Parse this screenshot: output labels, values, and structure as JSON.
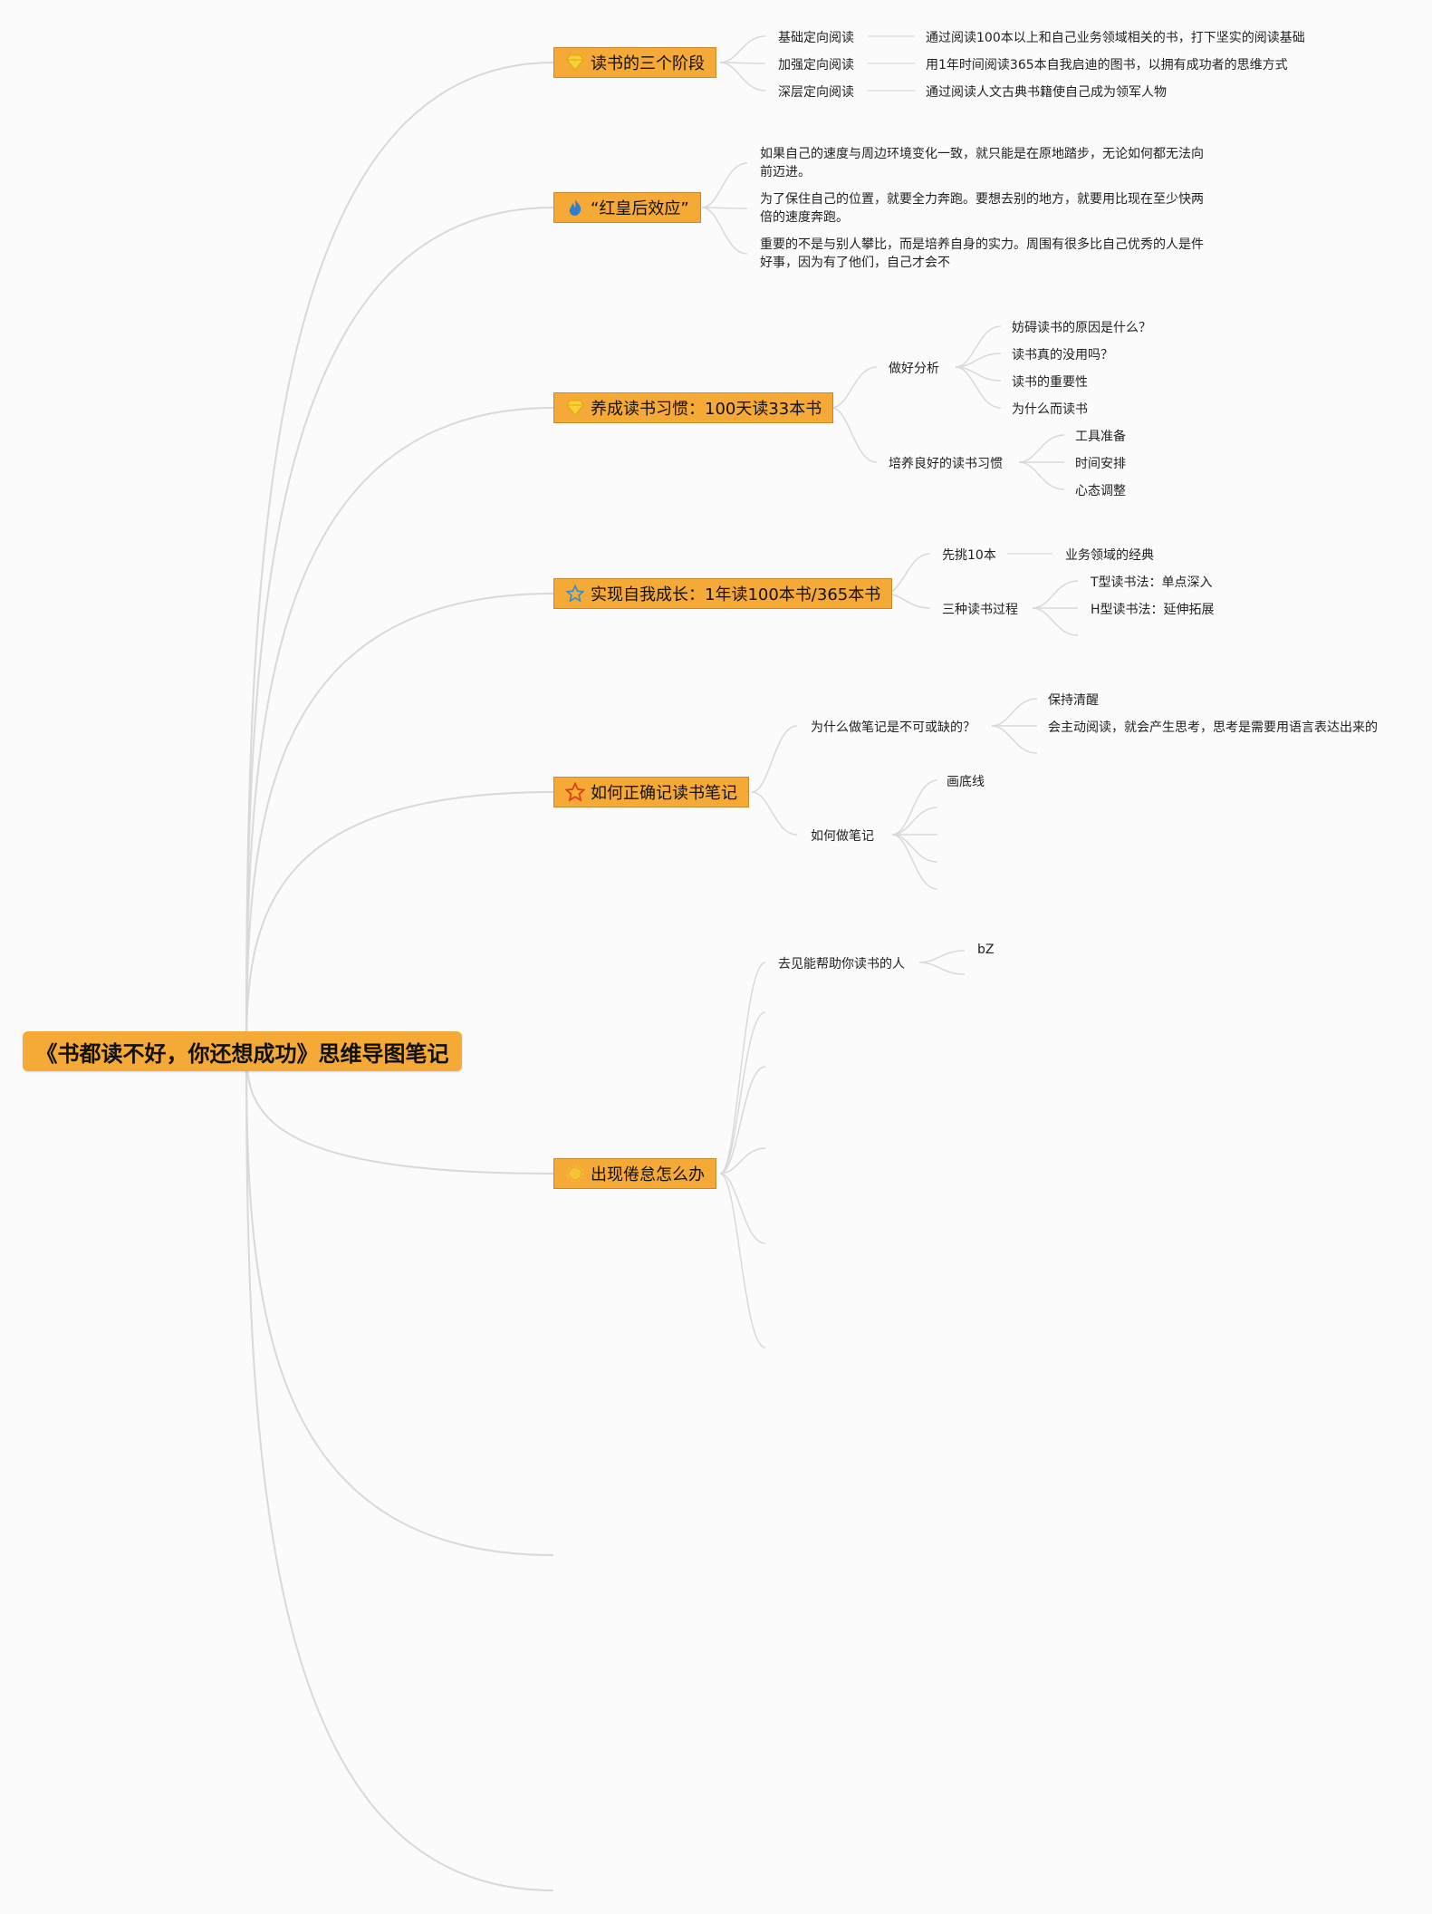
{
  "title": "《书都读不好，你还想成功》思维导图笔记",
  "colors": {
    "topic_fill": "#f5a937",
    "line": "#d9d9d9",
    "background": "#fbfbfb"
  },
  "topics": [
    {
      "label": "读书的三个阶段",
      "icon": "diamond-icon",
      "items": [
        {
          "label": "基础定向阅读",
          "detail": "通过阅读100本以上和自己业务领域相关的书，打下坚实的阅读基础"
        },
        {
          "label": "加强定向阅读",
          "detail": "用1年时间阅读365本自我启迪的图书，以拥有成功者的思维方式"
        },
        {
          "label": "深层定向阅读",
          "detail": "通过阅读人文古典书籍使自己成为领军人物"
        }
      ]
    },
    {
      "label": "“红皇后效应”",
      "icon": "flame-icon",
      "paragraphs": [
        "如果自己的速度与周边环境变化一致，就只能是在原地踏步，无论如何都无法向前迈进。",
        "为了保住自己的位置，就要全力奔跑。要想去别的地方，就要用比现在至少快两倍的速度奔跑。",
        "重要的不是与别人攀比，而是培养自身的实力。周围有很多比自己优秀的人是件好事，因为有了他们，自己才会不"
      ]
    },
    {
      "label": "养成读书习惯：100天读33本书",
      "icon": "diamond-icon",
      "groups": [
        {
          "label": "做好分析",
          "items": [
            "妨碍读书的原因是什么？",
            "读书真的没用吗？",
            "读书的重要性",
            "为什么而读书"
          ]
        },
        {
          "label": "培养良好的读书习惯",
          "items": [
            "工具准备",
            "时间安排",
            "心态调整"
          ]
        }
      ]
    },
    {
      "label": "实现自我成长：1年读100本书/365本书",
      "icon": "star-outline-icon",
      "groups": [
        {
          "label": "先挑10本",
          "items": [
            "业务领域的经典"
          ]
        },
        {
          "label": "三种读书过程",
          "items": [
            "T型读书法：单点深入",
            "H型读书法：延伸拓展"
          ]
        }
      ]
    },
    {
      "label": "如何正确记读书笔记",
      "icon": "star-red-icon",
      "groups": [
        {
          "label": "为什么做笔记是不可或缺的？",
          "items": [
            "保持清醒",
            "会主动阅读，就会产生思考，思考是需要用语言表达出来的"
          ]
        },
        {
          "label": "如何做笔记",
          "items": [
            "画底线"
          ]
        }
      ]
    },
    {
      "label": "出现倦怠怎么办",
      "icon": "sun-icon",
      "groups": [
        {
          "label": "去见能帮助你读书的人",
          "items": [
            "bZ"
          ]
        }
      ]
    }
  ]
}
